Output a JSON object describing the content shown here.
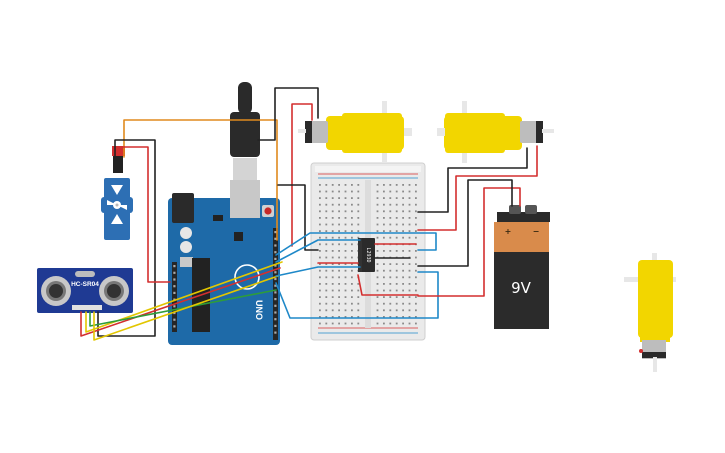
{
  "components": {
    "ultrasonic_sensor": {
      "label": "HC-SR04"
    },
    "motor_driver_ic": {
      "label": "L293D"
    },
    "battery": {
      "label": "9V",
      "plus": "+",
      "minus": "−"
    },
    "arduino": {
      "label": "UNO"
    }
  },
  "colors": {
    "arduino": "#1e6aa8",
    "sensor": "#1f3a93",
    "servo": "#2d6fb4",
    "motor": "#f2d600",
    "battery_top": "#d98b4b",
    "battery_body": "#2b2b2b",
    "wire_red": "#d32f2f",
    "wire_black": "#222222",
    "wire_blue": "#1e88c8",
    "wire_orange": "#e08a1e",
    "wire_yellow": "#e2c600",
    "wire_green": "#2e9d3a"
  }
}
